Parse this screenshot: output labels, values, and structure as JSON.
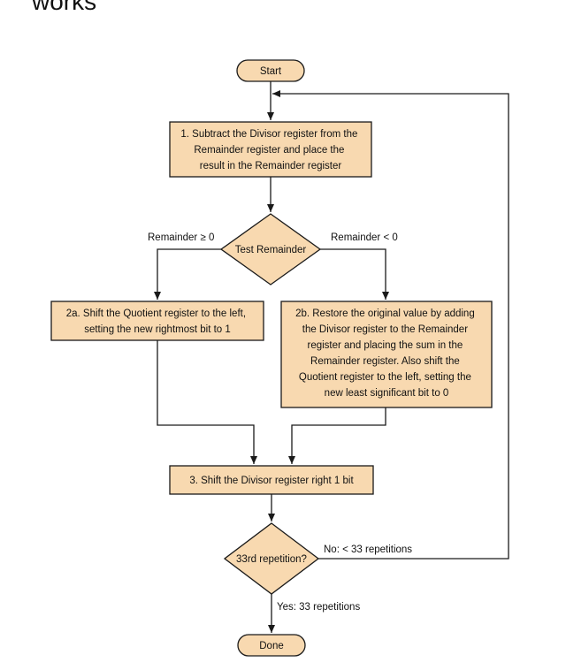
{
  "heading": "works",
  "start": "Start",
  "done": "Done",
  "step1": [
    "1.  Subtract the Divisor register from the",
    "Remainder register and place the",
    "result in the Remainder register"
  ],
  "test": "Test Remainder",
  "label_ge": "Remainder ≥ 0",
  "label_lt": "Remainder < 0",
  "step2a": [
    "2a.  Shift the Quotient register to the left,",
    "setting the new rightmost bit to 1"
  ],
  "step2b": [
    "2b.  Restore the original value by adding",
    "the Divisor register to the Remainder",
    "register and placing the sum in the",
    "Remainder register. Also shift the",
    "Quotient register to the left, setting the",
    "new least significant bit to 0"
  ],
  "step3": "3.  Shift the Divisor register right 1 bit",
  "repetition": "33rd repetition?",
  "label_no": "No: < 33 repetitions",
  "label_yes": "Yes: 33 repetitions",
  "colors": {
    "box_fill": "#f8d9b0",
    "stroke": "#1a1a1a"
  }
}
